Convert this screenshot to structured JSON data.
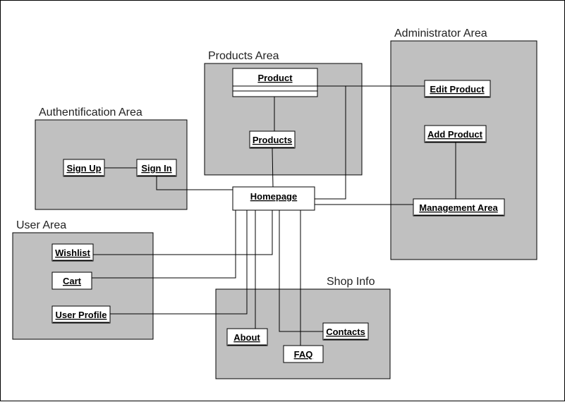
{
  "colors": {
    "area_fill": "#c0c0c0",
    "area_stroke": "#000000",
    "node_fill": "#ffffff",
    "line": "#000000"
  },
  "areas": {
    "products": "Products Area",
    "administrator": "Administrator Area",
    "authentification": "Authentification Area",
    "user": "User Area",
    "shop_info": "Shop Info"
  },
  "nodes": {
    "product": "Product",
    "products": "Products",
    "edit_product": "Edit Product",
    "add_product": "Add Product",
    "management_area": "Management Area",
    "homepage": "Homepage",
    "sign_up": "Sign Up",
    "sign_in": "Sign In",
    "wishlist": "Wishlist",
    "cart": "Cart",
    "user_profile": "User Profile",
    "about": "About",
    "contacts": "Contacts",
    "faq": "FAQ"
  }
}
